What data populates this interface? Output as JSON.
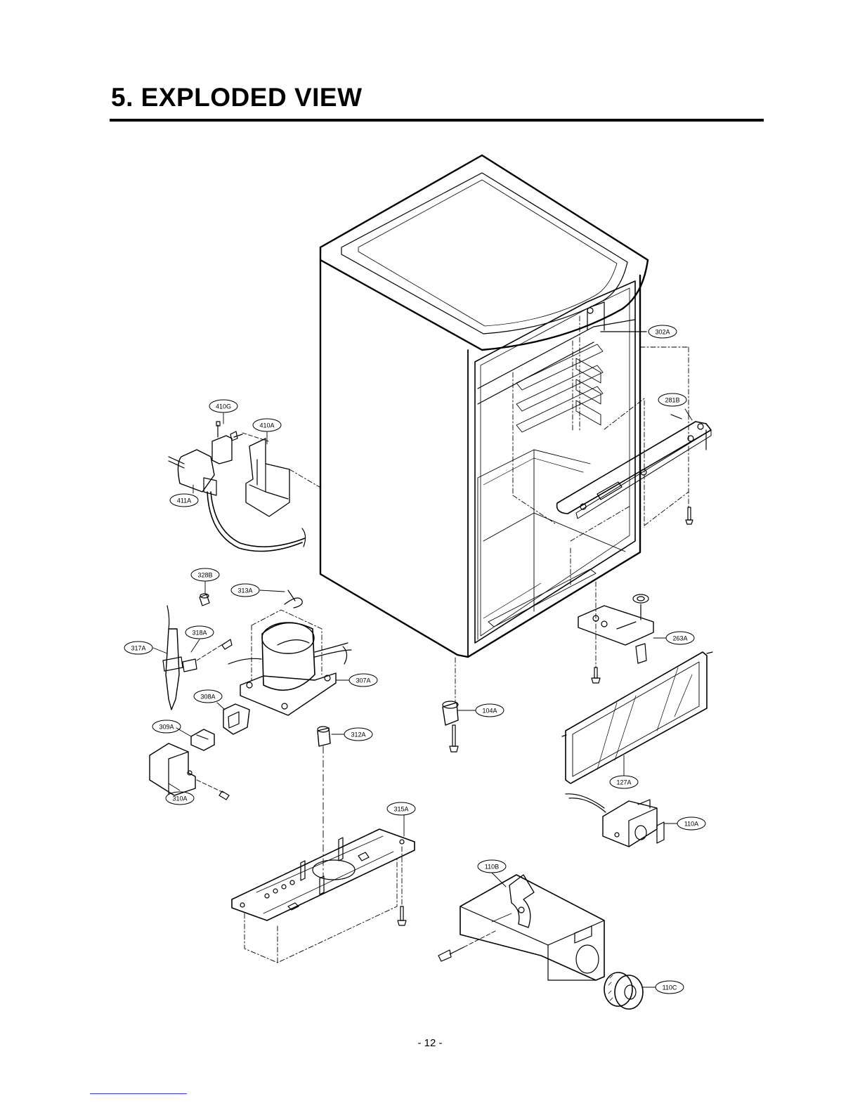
{
  "title": "5. EXPLODED VIEW",
  "page_number": "- 12 -",
  "callouts": {
    "c302A": "302A",
    "c281B": "281B",
    "c410G": "410G",
    "c410A": "410A",
    "c411A": "411A",
    "c328B": "328B",
    "c313A": "313A",
    "c317A": "317A",
    "c318A": "318A",
    "c307A": "307A",
    "c308A": "308A",
    "c309A": "309A",
    "c312A": "312A",
    "c310A": "310A",
    "c104A": "104A",
    "c263A": "263A",
    "c127A": "127A",
    "c110A": "110A",
    "c315A": "315A",
    "c110B": "110B",
    "c110C": "110C"
  }
}
